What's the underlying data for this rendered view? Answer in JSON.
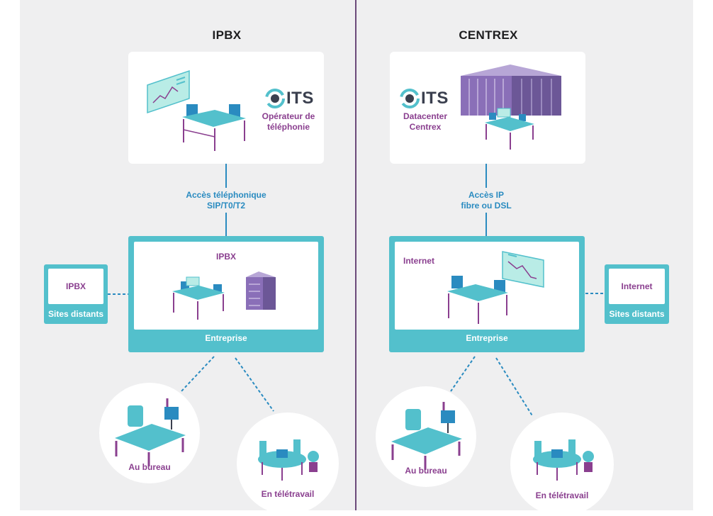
{
  "left": {
    "title": "IPBX",
    "operator_logo": "ITS",
    "operator_caption": "Opérateur de\ntéléphonie",
    "link_label": "Accès téléphonique\nSIP/T0/T2",
    "enterprise_room_label": "IPBX",
    "enterprise_label": "Entreprise",
    "site_box_label": "IPBX",
    "site_label": "Sites distants",
    "office_label": "Au bureau",
    "remote_label": "En télétravail"
  },
  "right": {
    "title": "CENTREX",
    "operator_logo": "ITS",
    "operator_caption": "Datacenter\nCentrex",
    "link_label": "Accès IP\nfibre ou DSL",
    "enterprise_room_label": "Internet",
    "enterprise_label": "Entreprise",
    "site_box_label": "Internet",
    "site_label": "Sites distants",
    "office_label": "Au bureau",
    "remote_label": "En télétravail"
  },
  "colors": {
    "teal": "#53c0cc",
    "purple": "#8a3f8f",
    "blue": "#2a8bc0",
    "background": "#efeff0"
  }
}
